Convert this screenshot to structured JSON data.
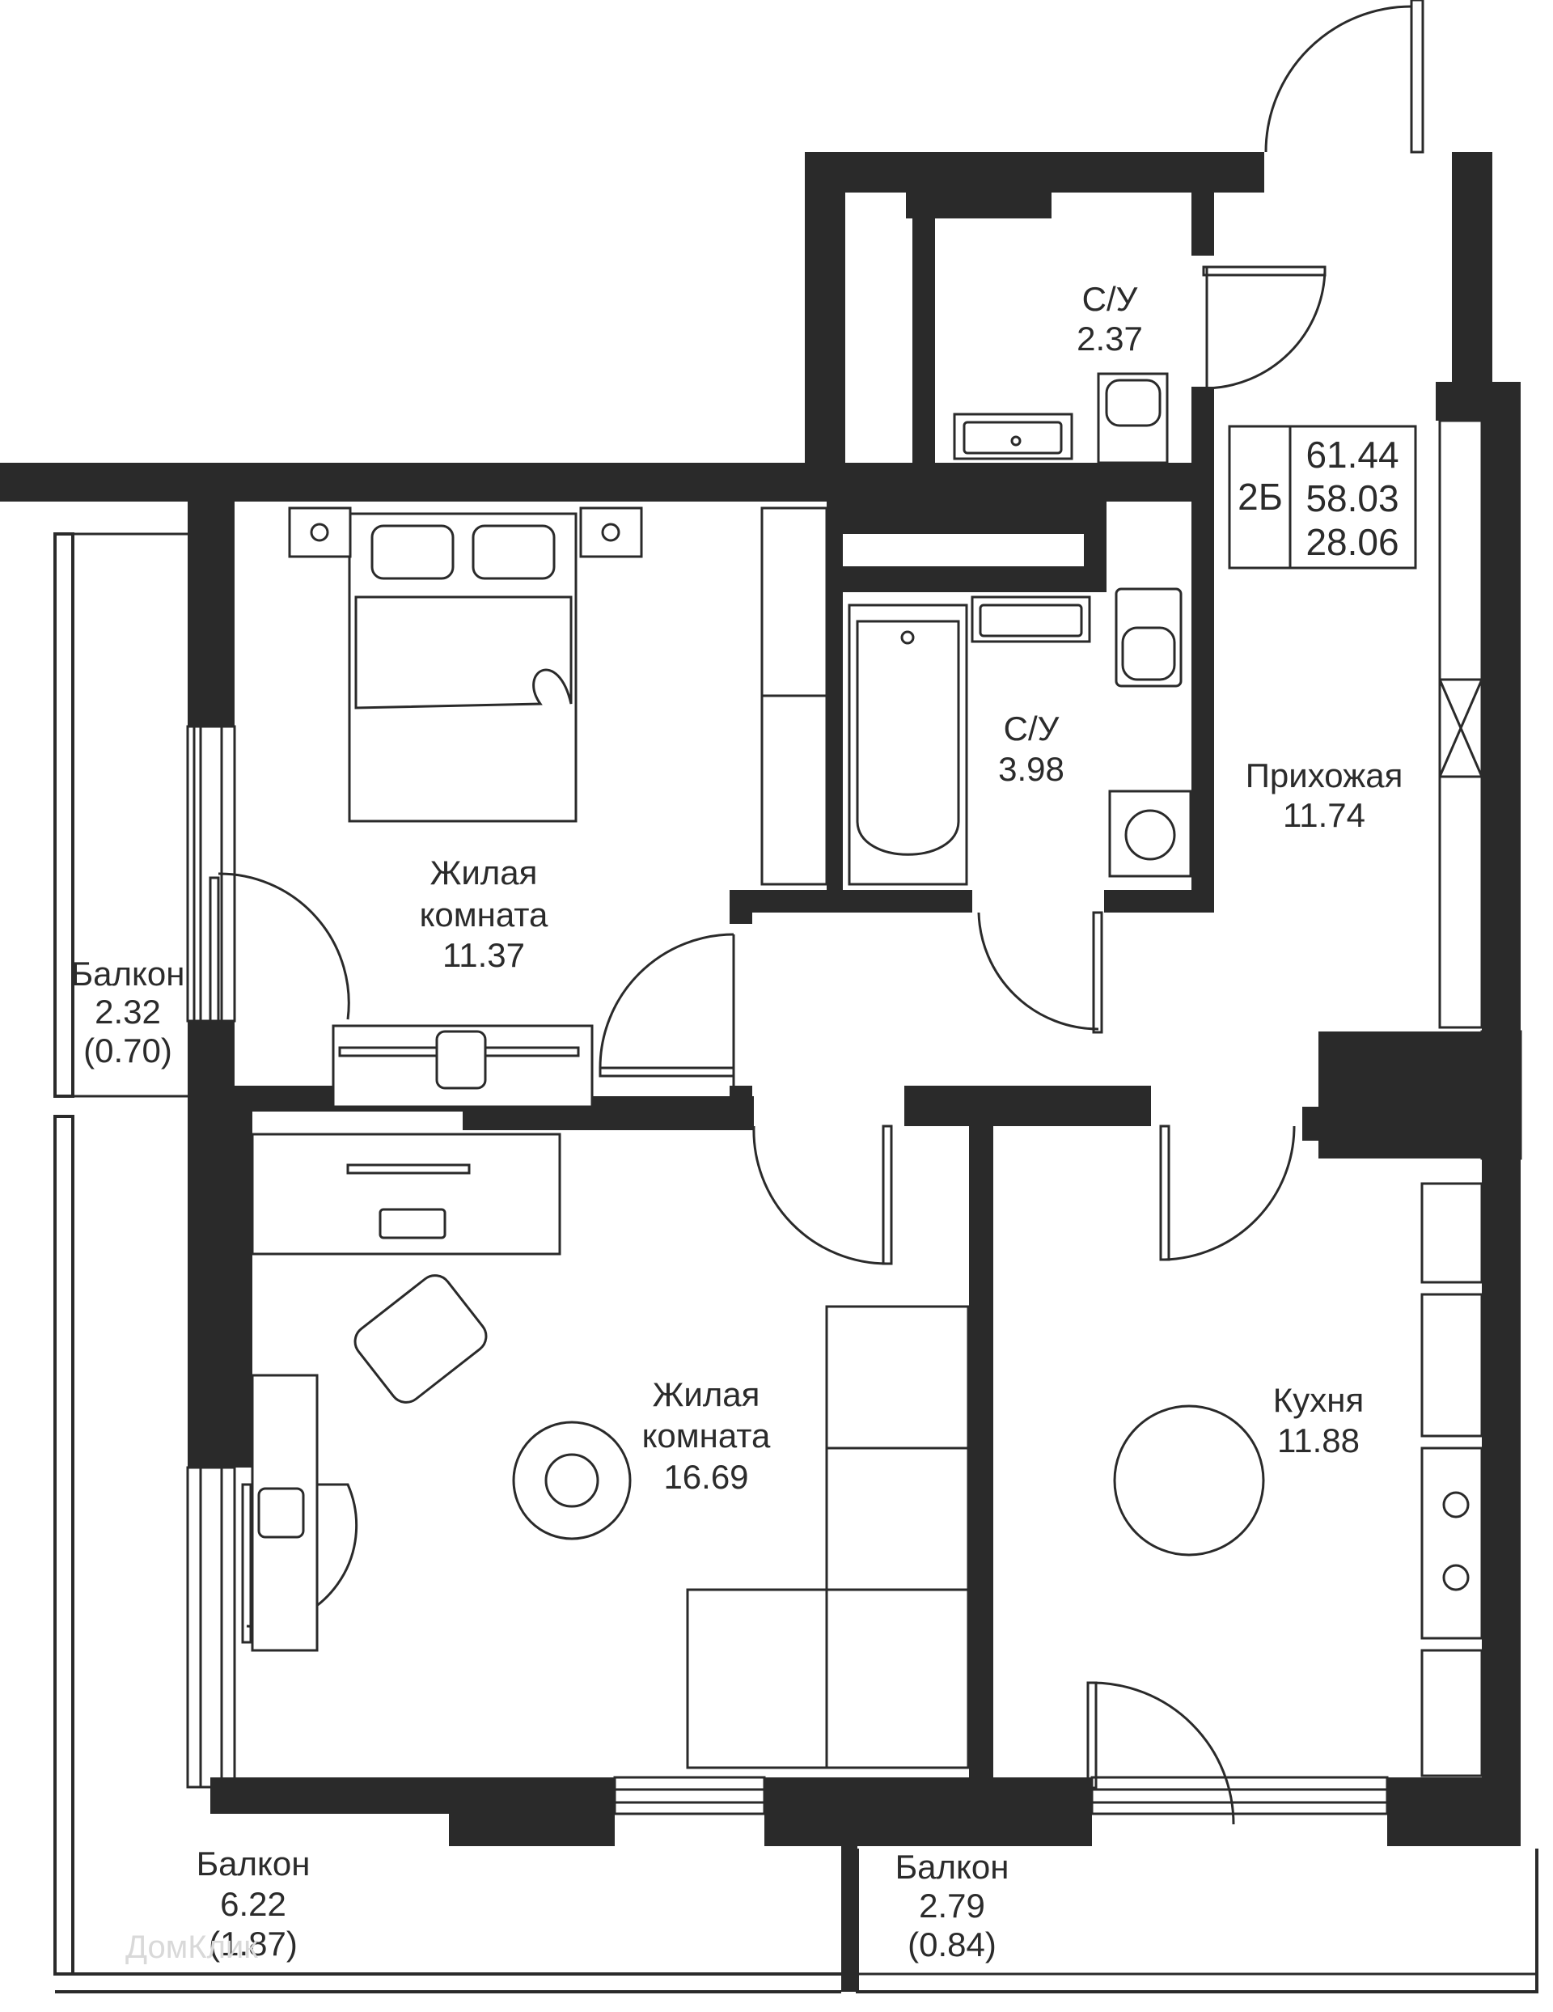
{
  "apartment": {
    "type_code": "2Б",
    "total_area": "61.44",
    "living_area_incl": "58.03",
    "living_area": "28.06"
  },
  "rooms": [
    {
      "id": "bathroom-small",
      "name": "С/У",
      "area": "2.37"
    },
    {
      "id": "bedroom",
      "name_line1": "Жилая",
      "name_line2": "комната",
      "area": "11.37"
    },
    {
      "id": "bathroom-large",
      "name": "С/У",
      "area": "3.98"
    },
    {
      "id": "hallway",
      "name": "Прихожая",
      "area": "11.74"
    },
    {
      "id": "balcony-left",
      "name": "Балкон",
      "area": "2.32",
      "area_reduced": "(0.70)"
    },
    {
      "id": "living-room",
      "name_line1": "Жилая",
      "name_line2": "комната",
      "area": "16.69"
    },
    {
      "id": "kitchen",
      "name": "Кухня",
      "area": "11.88"
    },
    {
      "id": "balcony-bottom-left",
      "name": "Балкон",
      "area": "6.22",
      "area_reduced": "(1.87)"
    },
    {
      "id": "balcony-bottom-right",
      "name": "Балкон",
      "area": "2.79",
      "area_reduced": "(0.84)"
    }
  ],
  "watermark": "ДомКлик",
  "colors": {
    "wall": "#2a2a2a",
    "line": "#2a2a2a",
    "background": "#ffffff"
  }
}
